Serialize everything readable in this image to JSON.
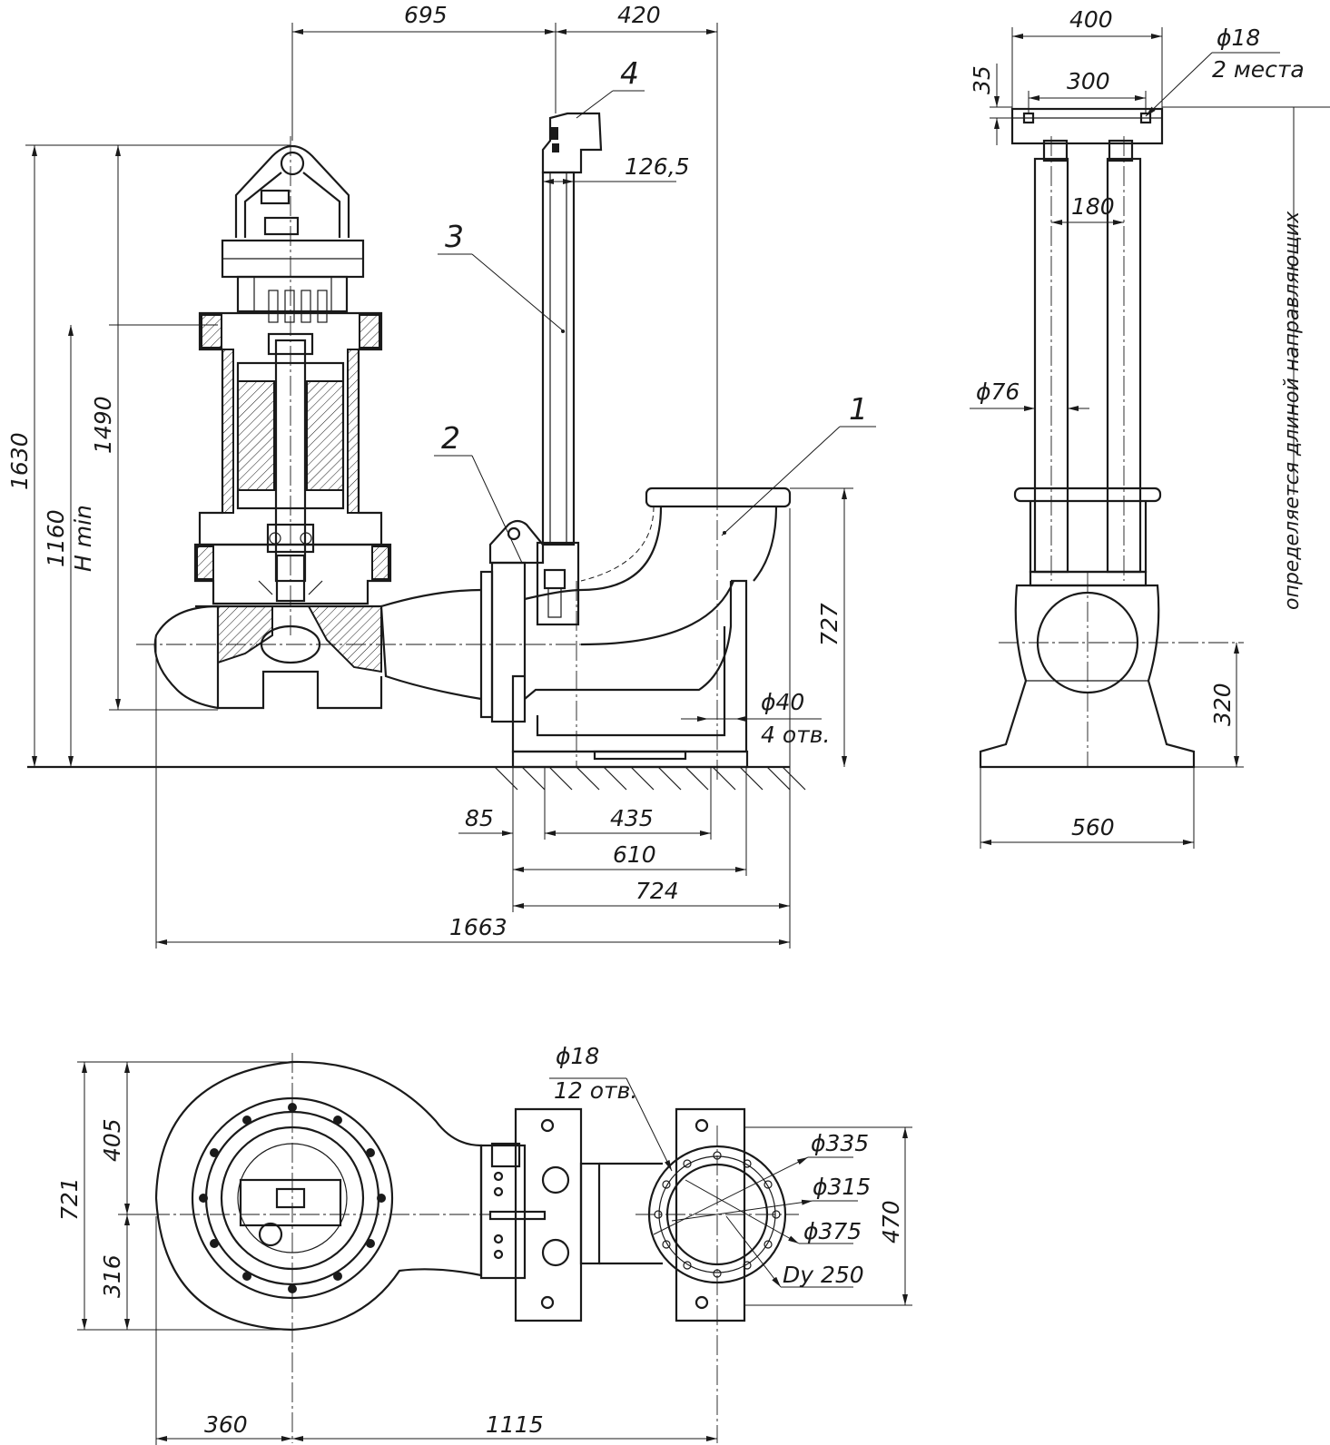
{
  "drawing": {
    "side_view": {
      "dims": {
        "w_695": "695",
        "w_420": "420",
        "h_1630": "1630",
        "h_1490": "1490",
        "h_1160": "1160",
        "h_min": "H min",
        "d_126_5": "126,5",
        "h_727": "727",
        "hole_dia": "ϕ40",
        "hole_count": "4 отв.",
        "b_85": "85",
        "b_435": "435",
        "b_610": "610",
        "b_724": "724",
        "b_1663": "1663"
      },
      "callouts": [
        "1",
        "2",
        "3",
        "4"
      ]
    },
    "end_view": {
      "dims": {
        "top_400": "400",
        "top_300": "300",
        "top_35": "35",
        "hole_dia": "ϕ18",
        "hole_count": "2 места",
        "rail_180": "180",
        "rail_dia": "ϕ76",
        "h_320": "320",
        "base_560": "560"
      },
      "vertical_note": "определяется длиной направляющих"
    },
    "plan_view": {
      "dims": {
        "hole_dia": "ϕ18",
        "hole_count": "12 отв.",
        "d_335": "ϕ335",
        "d_315": "ϕ315",
        "d_375": "ϕ375",
        "dn": "Dy 250",
        "h_470": "470",
        "h_721": "721",
        "h_405": "405",
        "h_316": "316",
        "w_360": "360",
        "w_1115": "1115"
      }
    }
  }
}
